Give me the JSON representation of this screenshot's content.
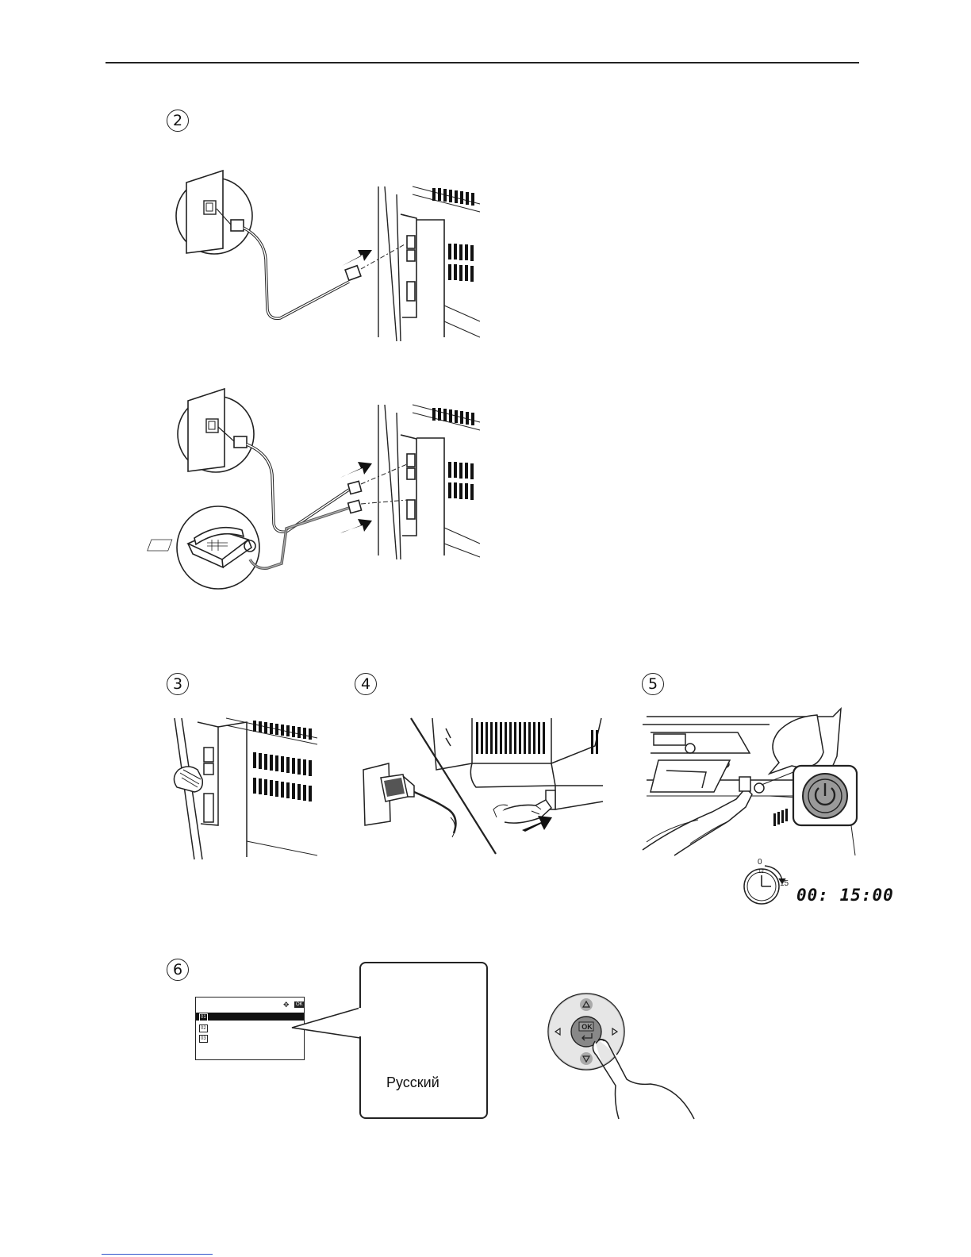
{
  "steps": {
    "s2": "2",
    "s3": "3",
    "s4": "4",
    "s5": "5",
    "s6": "6"
  },
  "timer": {
    "readout": "00: 15:00",
    "dial_start": "0",
    "dial_end": "15",
    "dial_top": "12"
  },
  "language_panel": {
    "visible_option": "Русский"
  },
  "lcd": {
    "rows": [
      "01",
      "02",
      "03"
    ],
    "ok_badge": "OK"
  },
  "keypad": {
    "ok_label": "OK"
  },
  "icons": [
    "wall-jack-icon",
    "phone-icon",
    "power-icon",
    "clock-icon",
    "ok-key-icon"
  ]
}
